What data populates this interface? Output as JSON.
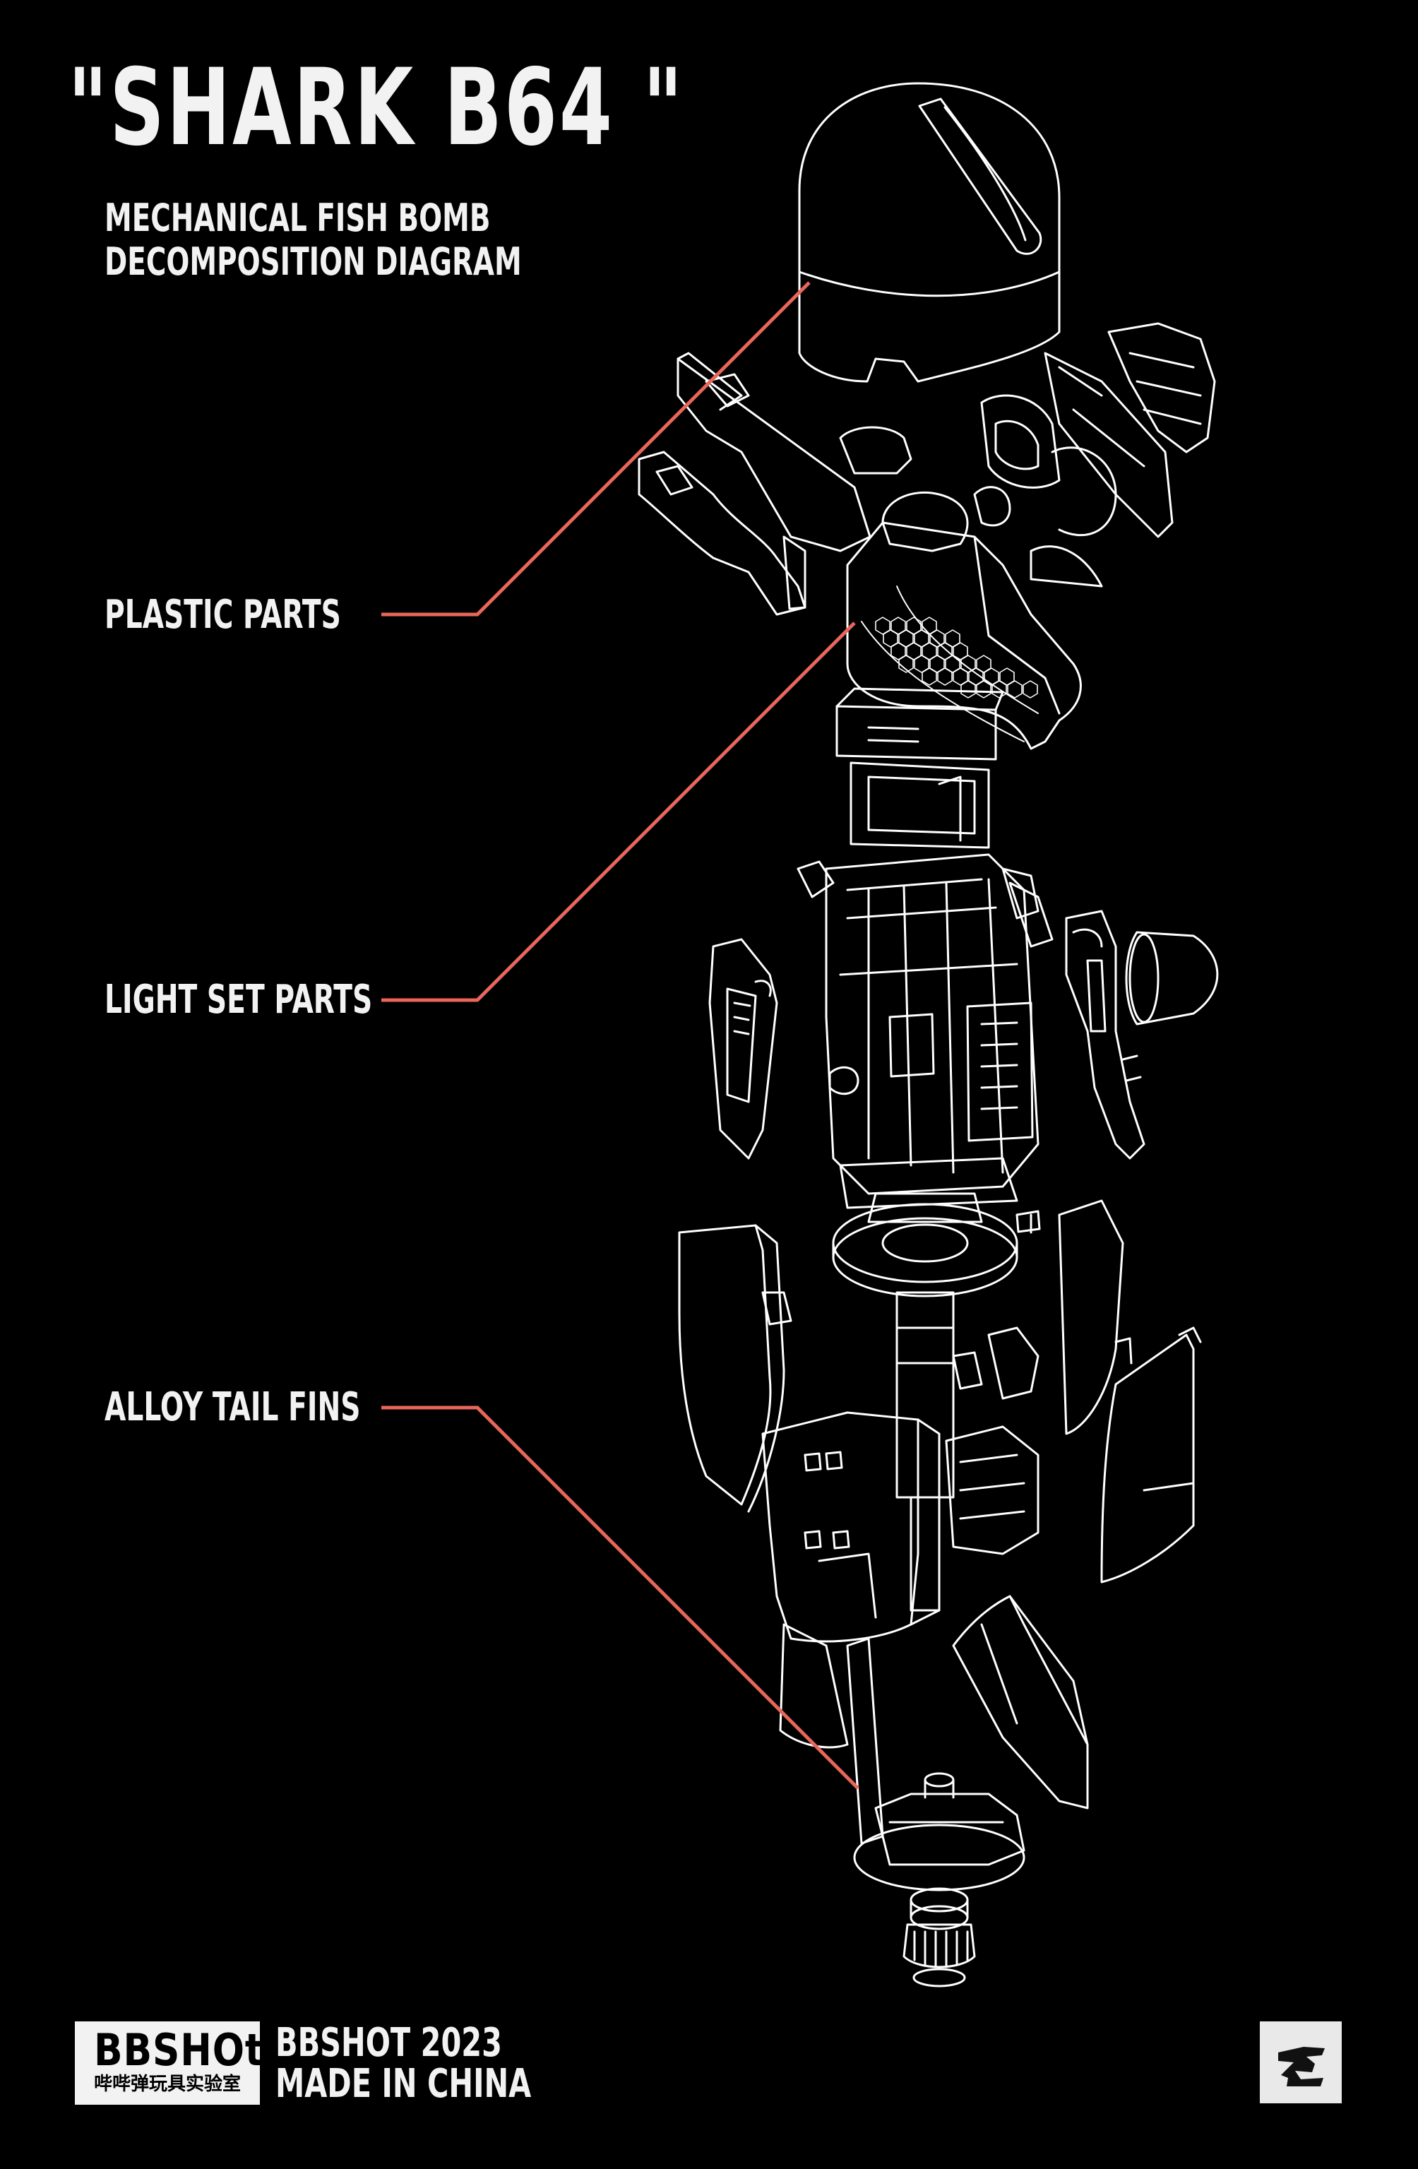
{
  "header": {
    "title": "\"SHARK B64 \"",
    "subtitle_line1": "MECHANICAL FISH BOMB",
    "subtitle_line2": "DECOMPOSITION DIAGRAM"
  },
  "callouts": [
    {
      "label": "PLASTIC PARTS"
    },
    {
      "label": "LIGHT SET PARTS"
    },
    {
      "label": "ALLOY TAIL FINS"
    }
  ],
  "footer": {
    "logo_word": "BBSHOt",
    "logo_chinese": "哔哔弹玩具实验室",
    "line1": "BBSHOT  2023",
    "line2": "MADE IN CHINA"
  },
  "colors": {
    "background": "#000000",
    "line_art": "#ffffff",
    "callout_line": "#e8665a",
    "text": "#f2f2f2"
  },
  "icons": [
    "brand-logo-icon",
    "brand-mark-icon"
  ]
}
